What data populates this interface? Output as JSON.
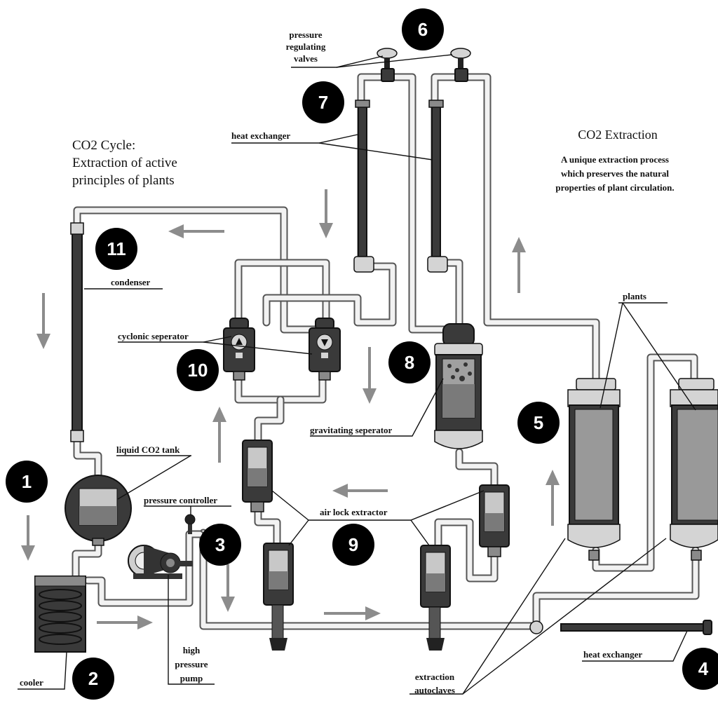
{
  "labels": {
    "pressure_valves": [
      "pressure",
      "regulating",
      "valves"
    ],
    "heat_exchanger_top": "heat exchanger",
    "co2_cycle": [
      "CO2 Cycle:",
      "Extraction of active",
      "principles of plants"
    ],
    "co2_extraction_title": "CO2 Extraction",
    "co2_extraction_desc": [
      "A unique extraction process",
      "which preserves the natural",
      "properties of plant circulation."
    ],
    "condenser": "condenser",
    "cyclonic_separator": "cyclonic seperator",
    "plants": "plants",
    "gravitating_separator": "gravitating seperator",
    "liquid_co2_tank": "liquid CO2 tank",
    "pressure_controller": "pressure controller",
    "air_lock_extractor": "air lock extractor",
    "high_pressure_pump": [
      "high",
      "pressure",
      "pump"
    ],
    "heat_exchanger_bottom": "heat exchanger",
    "cooler": "cooler",
    "extraction_autoclaves": [
      "extraction",
      "autoclaves"
    ]
  },
  "numbers": [
    "1",
    "2",
    "3",
    "4",
    "5",
    "6",
    "7",
    "8",
    "9",
    "10",
    "11"
  ],
  "colors": {
    "pipe_outline": "#555555",
    "pipe_fill": "#f2f2f2",
    "device_dark": "#3a3a3a",
    "device_mid": "#8a8a8a",
    "device_light": "#d4d4d4",
    "arrow": "#8c8c8c",
    "badge": "#000000"
  }
}
